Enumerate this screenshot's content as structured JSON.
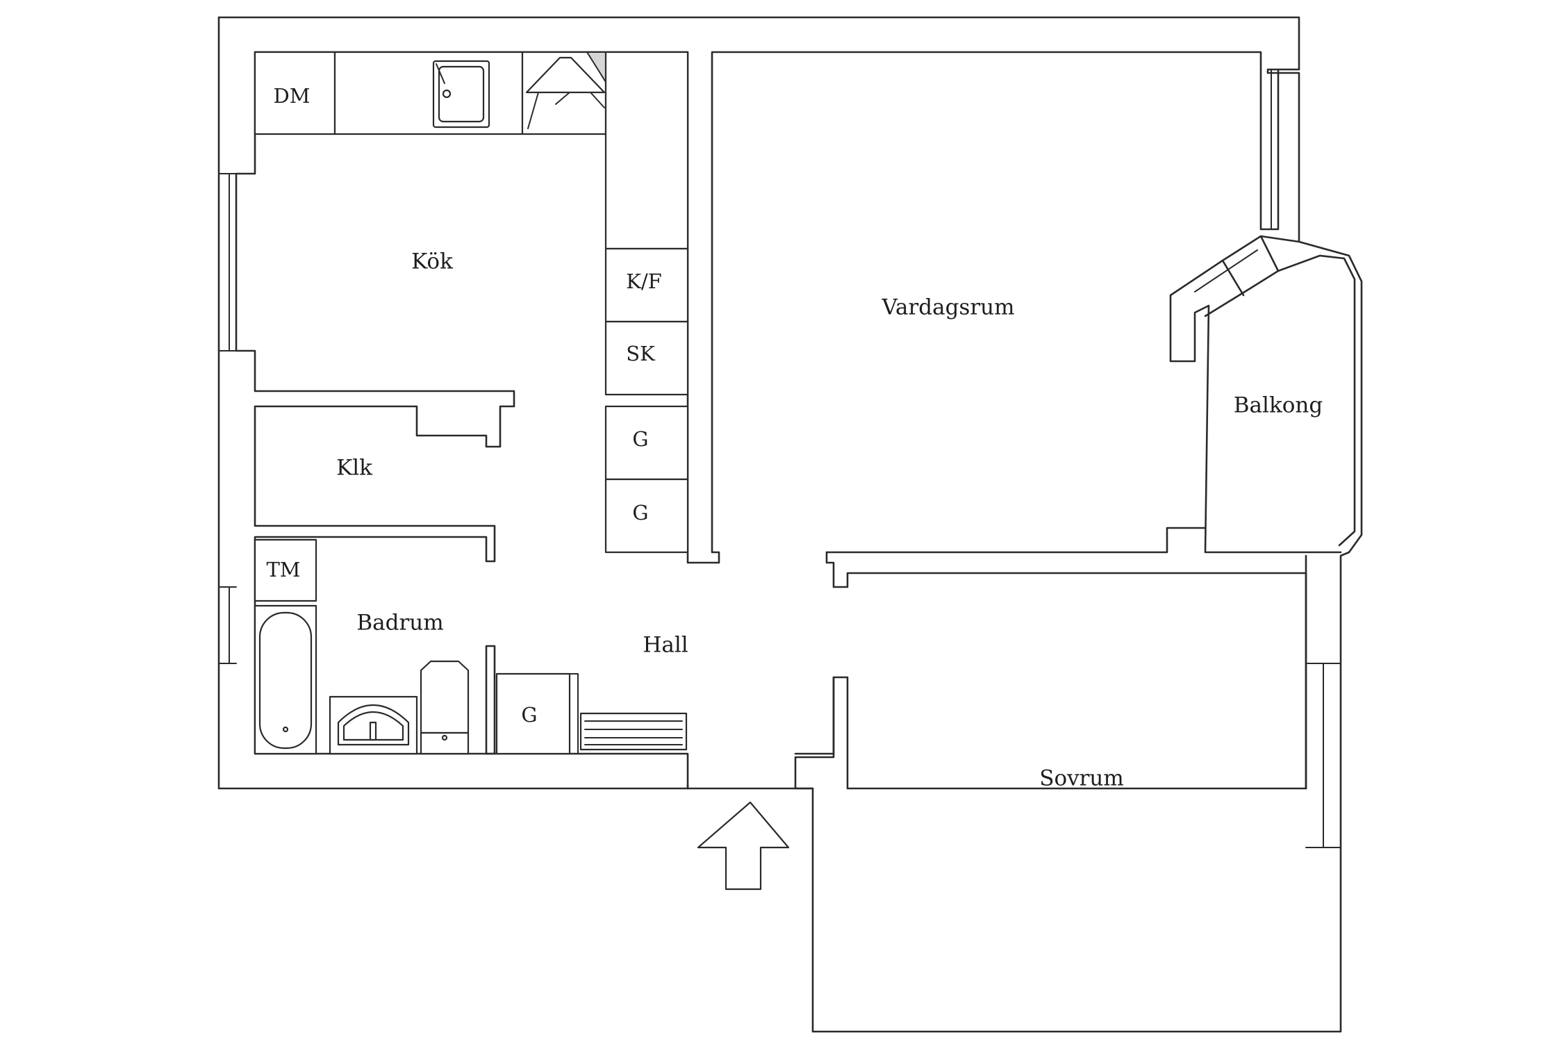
{
  "rooms": {
    "kok": "Kök",
    "vardagsrum": "Vardagsrum",
    "balkong": "Balkong",
    "klk": "Klk",
    "badrum": "Badrum",
    "hall": "Hall",
    "sovrum": "Sovrum"
  },
  "fixtures": {
    "dm": "DM",
    "kf": "K/F",
    "sk": "SK",
    "g_kitchen_1": "G",
    "g_kitchen_2": "G",
    "tm": "TM",
    "g_bath": "G"
  },
  "icons": {
    "entrance": "entrance-arrow-icon",
    "sink": "kitchen-sink-icon",
    "hood": "range-hood-icon",
    "bathtub": "bathtub-icon",
    "washbasin": "washbasin-icon",
    "toilet": "toilet-icon",
    "radiator": "radiator-icon"
  },
  "colors": {
    "line": "#2a2a2a",
    "background": "#ffffff",
    "shade": "#d6d6d6"
  }
}
